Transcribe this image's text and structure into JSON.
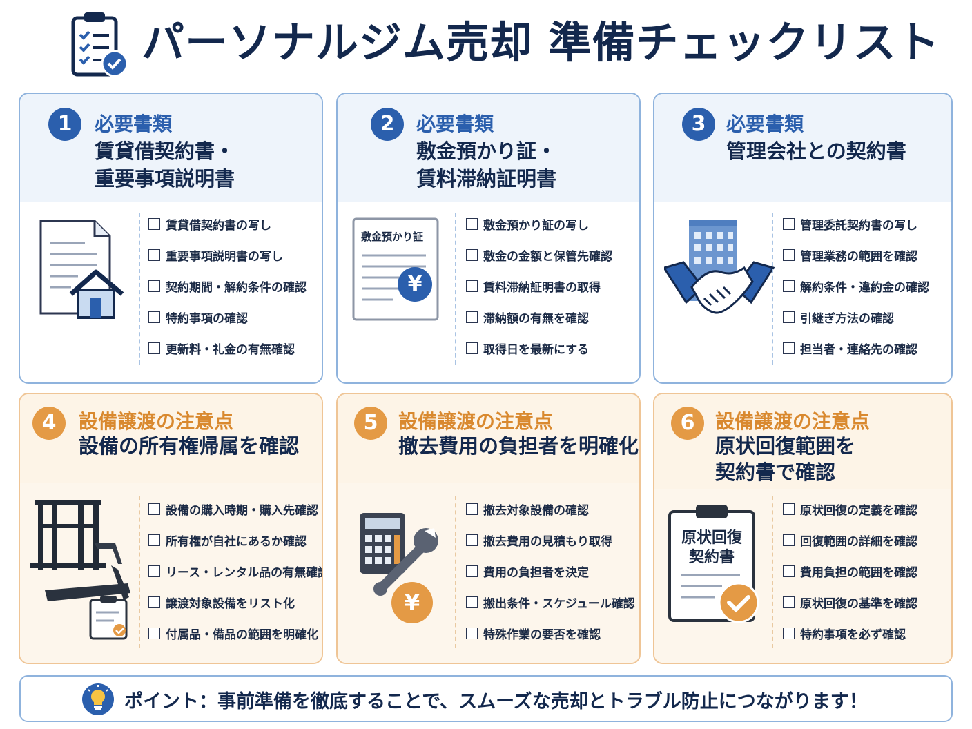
{
  "page_title": "パーソナルジム売却 準備チェックリスト",
  "cards": [
    {
      "number": "1",
      "category": "必要書類",
      "title_lines": [
        "賃貸借契約書・",
        "重要事項説明書"
      ],
      "items": [
        "賃貸借契約書の写し",
        "重要事項説明書の写し",
        "契約期間・解約条件の確認",
        "特約事項の確認",
        "更新料・礼金の有無確認"
      ]
    },
    {
      "number": "2",
      "category": "必要書類",
      "title_lines": [
        "敷金預かり証・",
        "賃料滞納証明書"
      ],
      "illustration_label": "敷金預かり証",
      "items": [
        "敷金預かり証の写し",
        "敷金の金額と保管先確認",
        "賃料滞納証明書の取得",
        "滞納額の有無を確認",
        "取得日を最新にする"
      ]
    },
    {
      "number": "3",
      "category": "必要書類",
      "title_lines": [
        "管理会社との契約書"
      ],
      "items": [
        "管理委託契約書の写し",
        "管理業務の範囲を確認",
        "解約条件・違約金の確認",
        "引継ぎ方法の確認",
        "担当者・連絡先の確認"
      ]
    },
    {
      "number": "4",
      "category": "設備譲渡の注意点",
      "title_lines": [
        "設備の所有権帰属を確認"
      ],
      "items": [
        "設備の購入時期・購入先確認",
        "所有権が自社にあるか確認",
        "リース・レンタル品の有無確認",
        "譲渡対象設備をリスト化",
        "付属品・備品の範囲を明確化"
      ]
    },
    {
      "number": "5",
      "category": "設備譲渡の注意点",
      "title_lines": [
        "撤去費用の負担者を明確化"
      ],
      "items": [
        "撤去対象設備の確認",
        "撤去費用の見積もり取得",
        "費用の負担者を決定",
        "搬出条件・スケジュール確認",
        "特殊作業の要否を確認"
      ]
    },
    {
      "number": "6",
      "category": "設備譲渡の注意点",
      "title_lines": [
        "原状回復範囲を",
        "契約書で確認"
      ],
      "illustration_label_lines": [
        "原状回復",
        "契約書"
      ],
      "items": [
        "原状回復の定義を確認",
        "回復範囲の詳細を確認",
        "費用負担の範囲を確認",
        "原状回復の基準を確認",
        "特約事項を必ず確認"
      ]
    }
  ],
  "yen_symbol": "¥",
  "footer": {
    "message": "ポイント：事前準備を徹底することで、スムーズな売却とトラブル防止につながります！"
  },
  "colors": {
    "navy": "#13284d",
    "blue": "#2b5fad",
    "orange": "#e49a45",
    "blue_border": "#8fb3dd",
    "orange_border": "#efc596"
  },
  "icons": [
    "clipboard-check-icon",
    "document-house-icon",
    "deposit-receipt-icon",
    "building-handshake-icon",
    "gym-equipment-icon",
    "calculator-wrench-icon",
    "clipboard-check-orange-icon",
    "lightbulb-icon"
  ]
}
